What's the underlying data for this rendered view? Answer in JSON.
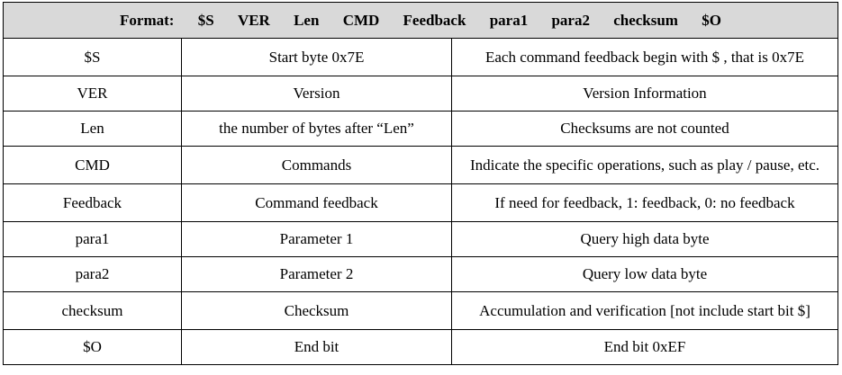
{
  "header": {
    "prefix": "Format:",
    "fields": [
      "$S",
      "VER",
      "Len",
      "CMD",
      "Feedback",
      "para1",
      "para2",
      "checksum",
      "$O"
    ]
  },
  "rows": [
    {
      "field": "$S",
      "name": "Start byte 0x7E",
      "description": "Each command feedback begin with $ , that is 0x7E"
    },
    {
      "field": "VER",
      "name": "Version",
      "description": "Version Information"
    },
    {
      "field": "Len",
      "name": "the number of bytes after “Len”",
      "description": "Checksums are not counted"
    },
    {
      "field": "CMD",
      "name": "Commands",
      "description": "Indicate the specific operations, such as play / pause, etc."
    },
    {
      "field": "Feedback",
      "name": "Command feedback",
      "description": "If need for feedback, 1: feedback, 0: no feedback"
    },
    {
      "field": "para1",
      "name": "Parameter 1",
      "description": "Query high data byte"
    },
    {
      "field": "para2",
      "name": "Parameter 2",
      "description": "Query low data byte"
    },
    {
      "field": "checksum",
      "name": "Checksum",
      "description": "Accumulation and verification [not include start bit $]"
    },
    {
      "field": "$O",
      "name": "End bit",
      "description": "End bit 0xEF"
    }
  ]
}
